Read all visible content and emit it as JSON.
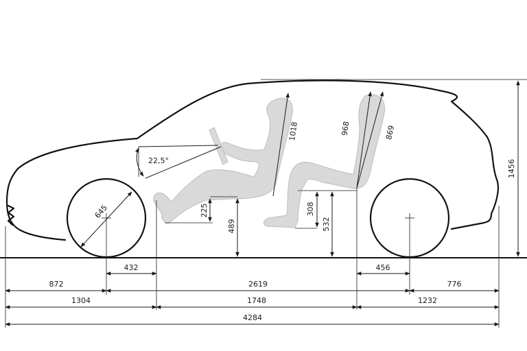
{
  "colors": {
    "line": "#111111",
    "mannequin_fill": "#d9d9d9",
    "mannequin_edge": "#bdbdbd",
    "background": "#ffffff"
  },
  "dimensions": {
    "front_overhang": "872",
    "wheelbase": "2619",
    "rear_overhang": "776",
    "front_axle_to_pedal": "432",
    "rear_axle_to_hip": "456",
    "front_segment": "1304",
    "mid_segment": "1748",
    "rear_segment": "1232",
    "overall_length": "4284",
    "overall_height": "1456",
    "wheel_diameter": "645",
    "steering_angle": "22,5°",
    "front_headroom": "1018",
    "rear_headroom": "968",
    "rear_torso": "869",
    "front_seat_height": "225",
    "front_hip_ground": "489",
    "rear_seat_height": "308",
    "rear_hip_ground": "532"
  }
}
